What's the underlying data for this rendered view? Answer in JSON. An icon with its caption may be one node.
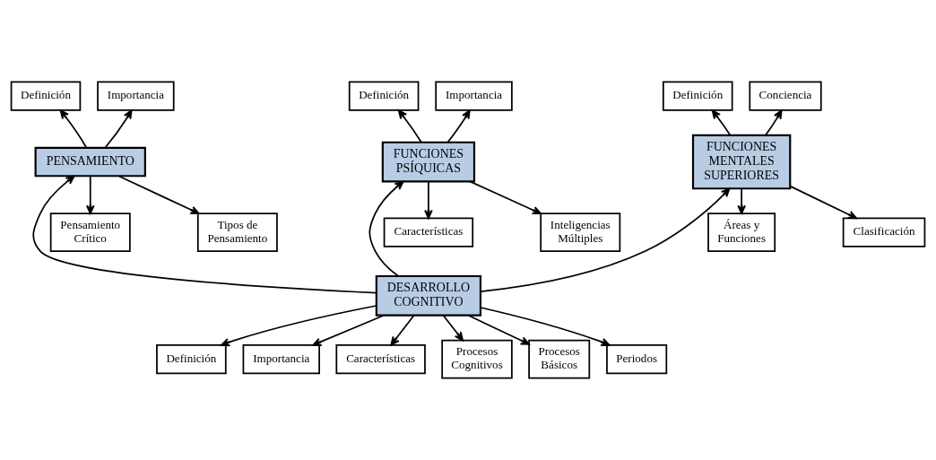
{
  "diagram": {
    "nodes": [
      {
        "text": [
          "DESARROLLO COGNITIVO"
        ]
      },
      {
        "text": [
          "PENSAMIENTO"
        ]
      },
      {
        "text": [
          "Definición"
        ]
      },
      {
        "text": [
          "Importancia"
        ]
      },
      {
        "text": [
          "Pensamiento Crítico"
        ]
      },
      {
        "text": [
          "Tipos de Pensamiento"
        ]
      },
      {
        "text": [
          "FUNCIONES PSÍQUICAS"
        ]
      },
      {
        "text": [
          "Definición"
        ]
      },
      {
        "text": [
          "Importancia"
        ]
      },
      {
        "text": [
          "Características"
        ]
      },
      {
        "text": [
          "Inteligencias Múltiples"
        ]
      },
      {
        "text": [
          "FUNCIONES MENTALES SUPERIORES"
        ]
      },
      {
        "text": [
          "Definición"
        ]
      },
      {
        "text": [
          "Conciencia"
        ]
      },
      {
        "text": [
          "Áreas y Funciones"
        ]
      },
      {
        "text": [
          "Clasificación"
        ]
      },
      {
        "text": [
          "Definición"
        ]
      },
      {
        "text": [
          "Importancia"
        ]
      },
      {
        "text": [
          "Características"
        ]
      },
      {
        "text": [
          "Procesos Cognitivos"
        ]
      },
      {
        "text": [
          "Procesos Básicos"
        ]
      },
      {
        "text": [
          "Periodos"
        ]
      }
    ],
    "edges": [
      {
        "from": 0,
        "to": 1,
        "arrow": "to"
      },
      {
        "from": 0,
        "to": 6,
        "arrow": "to"
      },
      {
        "from": 0,
        "to": 11,
        "arrow": "to"
      },
      {
        "from": 1,
        "to": 2,
        "arrow": "to"
      },
      {
        "from": 1,
        "to": 3,
        "arrow": "to"
      },
      {
        "from": 1,
        "to": 4,
        "arrow": "to"
      },
      {
        "from": 1,
        "to": 5,
        "arrow": "to"
      },
      {
        "from": 6,
        "to": 7,
        "arrow": "to"
      },
      {
        "from": 6,
        "to": 8,
        "arrow": "to"
      },
      {
        "from": 6,
        "to": 9,
        "arrow": "to"
      },
      {
        "from": 6,
        "to": 10,
        "arrow": "to"
      },
      {
        "from": 11,
        "to": 12,
        "arrow": "to"
      },
      {
        "from": 11,
        "to": 13,
        "arrow": "to"
      },
      {
        "from": 11,
        "to": 14,
        "arrow": "to"
      },
      {
        "from": 11,
        "to": 15,
        "arrow": "to"
      },
      {
        "from": 0,
        "to": 16,
        "arrow": "to"
      },
      {
        "from": 0,
        "to": 17,
        "arrow": "to"
      },
      {
        "from": 0,
        "to": 18,
        "arrow": "to"
      },
      {
        "from": 0,
        "to": 19,
        "arrow": "to"
      },
      {
        "from": 0,
        "to": 20,
        "arrow": "to"
      },
      {
        "from": 0,
        "to": 21,
        "arrow": "to"
      }
    ]
  }
}
